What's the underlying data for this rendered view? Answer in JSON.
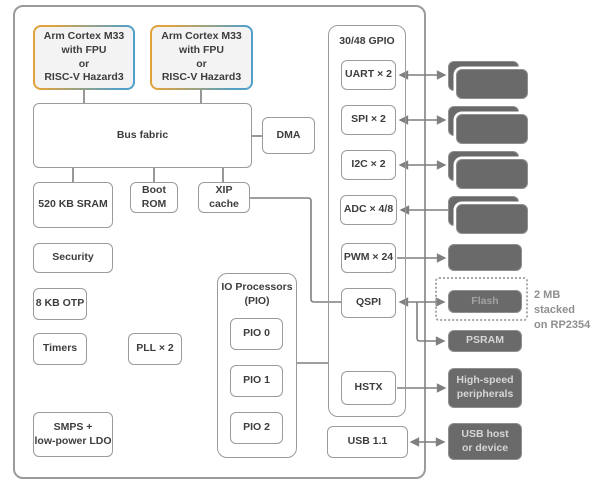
{
  "colors": {
    "box_border": "#9b9b9b",
    "dark_box_fill": "#6a6a6a",
    "cpu_gradient_left": "#e0a33c",
    "cpu_gradient_right": "#52a0c8",
    "connector": "#7f7f7f",
    "text_dark": "#3d3d3d",
    "note_text": "#8f8f8f"
  },
  "blocks": {
    "cpu1": "Arm Cortex M33\nwith FPU\nor\nRISC-V Hazard3",
    "cpu2": "Arm Cortex M33\nwith FPU\nor\nRISC-V Hazard3",
    "bus_fabric": "Bus fabric",
    "dma": "DMA",
    "sram": "520 KB SRAM",
    "boot_rom": "Boot\nROM",
    "xip_cache": "XIP\ncache",
    "security": "Security",
    "otp": "8 KB OTP",
    "timers": "Timers",
    "pll": "PLL × 2",
    "smps": "SMPS +\nlow-power LDO",
    "usb": "USB 1.1"
  },
  "pio": {
    "title": "IO Processors\n(PIO)",
    "pio0": "PIO 0",
    "pio1": "PIO 1",
    "pio2": "PIO 2"
  },
  "gpio": {
    "title": "30/48 GPIO",
    "uart": "UART × 2",
    "spi": "SPI × 2",
    "i2c": "I2C × 2",
    "adc": "ADC × 4/8",
    "pwm": "PWM × 24",
    "qspi": "QSPI",
    "hstx": "HSTX"
  },
  "external": {
    "flash": "Flash",
    "psram": "PSRAM",
    "high_speed": "High-speed\nperipherals",
    "usb_host": "USB host\nor device",
    "flash_note": "2 MB stacked\non RP2354"
  }
}
